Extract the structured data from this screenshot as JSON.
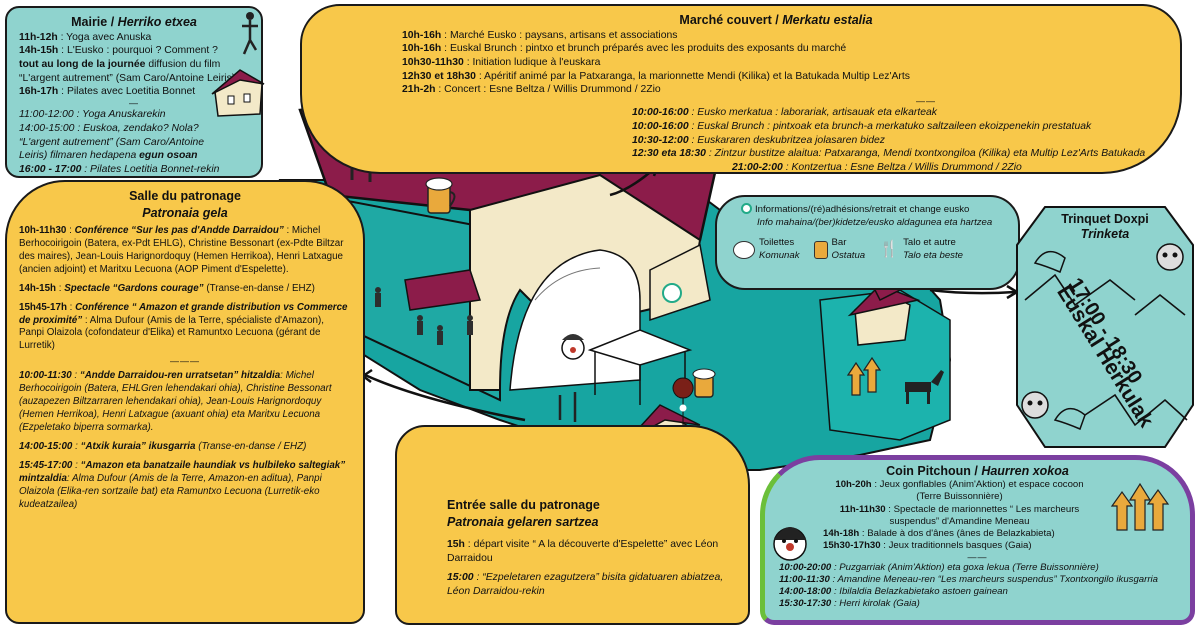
{
  "mairie": {
    "title_fr": "Mairie /",
    "title_eu": "Herriko etxea",
    "lines_fr": [
      {
        "time": "11h-12h",
        "text": " : Yoga avec Anuska"
      },
      {
        "time": "14h-15h",
        "text": " : L'Eusko : pourquoi ? Comment ?"
      },
      {
        "time": "tout au long de la journée",
        "text": " diffusion du film “L'argent autrement” (Sam Caro/Antoine Leiris)"
      },
      {
        "time": "16h-17h",
        "text": " : Pilates avec Loetitia Bonnet"
      }
    ],
    "separator": "—",
    "lines_eu": [
      {
        "time": "11:00-12:00",
        "text": " : Yoga Anuskarekin"
      },
      {
        "time": "14:00-15:00",
        "text": " : Euskoa, zendako? Nola? “L'argent autrement” (Sam Caro/Antoine Leiris) filmaren hedapena "
      },
      {
        "time": "16:00 - 17:00",
        "text": " : Pilates Loetitia Bonnet-rekin"
      }
    ],
    "day_long_eu": "egun osoan"
  },
  "marche": {
    "title_fr": "Marché couvert /",
    "title_eu": "Merkatu estalia",
    "lines_fr": [
      {
        "time": "10h-16h",
        "text": " : Marché Eusko : paysans, artisans et associations"
      },
      {
        "time": "10h-16h",
        "text": " : Euskal Brunch : pintxo et brunch préparés avec les produits des exposants du marché"
      },
      {
        "time": "10h30-11h30",
        "text": " : Initiation ludique à l'euskara"
      },
      {
        "time": "12h30 et 18h30",
        "text": " : Apéritif animé par la Patxaranga, la marionnette Mendi (Kilika) et la Batukada Multip Lez'Arts"
      },
      {
        "time": "21h-2h",
        "text": " : Concert : Esne Beltza / Willis Drummond  /  2Zio"
      }
    ],
    "separator": "——",
    "lines_eu": [
      {
        "time": "10:00-16:00",
        "text": " : Eusko merkatua : laborariak, artisauak eta elkarteak"
      },
      {
        "time": "10:00-16:00",
        "text": " : Euskal Brunch : pintxoak eta brunch-a merkatuko saltzaileen ekoizpenekin prestatuak"
      },
      {
        "time": "10:30-12:00",
        "text": " : Euskararen deskubritzea jolasaren bidez"
      },
      {
        "time": "12:30 eta 18:30",
        "text": " : Zintzur bustitze alaitua: Patxaranga, Mendi txontxongiloa (Kilika) eta Multip Lez'Arts Batukada"
      },
      {
        "time": "21:00-2:00",
        "text": " : Kontzertua : Esne Beltza / Willis Drummond / 2Zio"
      }
    ]
  },
  "salle": {
    "title_fr": "Salle du patronage",
    "title_eu": "Patronaia gela",
    "blocks_fr": [
      {
        "time": "10h-11h30",
        "text": " : ",
        "bold_it": "Conférence “Sur les pas d'Andde Darraidou”",
        "rest": " : Michel Berhocoirigoin (Batera, ex-Pdt EHLG), Christine Bessonart (ex-Pdte Biltzar des maires), Jean-Louis Harignordoquy (Hemen Herrikoa), Henri Latxague (ancien adjoint) et Maritxu Lecuona (AOP Piment d'Espelette)."
      },
      {
        "time": "14h-15h",
        "text": " : ",
        "bold_it": "Spectacle “Gardons courage”",
        "rest": " (Transe-en-danse / EHZ)"
      },
      {
        "time": "15h45-17h",
        "text": " : ",
        "bold_it": "Conférence “ Amazon et grande distribution vs Commerce de proximité”",
        "rest": " : Alma Dufour (Amis de la Terre, spécialiste d'Amazon), Panpi Olaizola (cofondateur d'Elika) et Ramuntxo Lecuona (gérant de Lurretik)"
      }
    ],
    "separator": "———",
    "blocks_eu": [
      {
        "time": "10:00-11:30",
        "text": " : ",
        "bold_it": "“Andde Darraidou-ren urratsetan” hitzaldia",
        "rest": ": Michel Berhocoirigoin (Batera, EHLGren lehendakari ohia), Christine Bessonart (auzapezen Biltzarraren lehendakari ohia), Jean-Louis Harignordoquy (Hemen Herrikoa), Henri Latxague (axuant ohia) eta Maritxu Lecuona (Ezpeletako biperra sormarka)."
      },
      {
        "time": "14:00-15:00",
        "text": " : ",
        "bold_it": "“Atxik kuraia” ikusgarria",
        "rest": " (Transe-en-danse / EHZ)"
      },
      {
        "time": "15:45-17:00",
        "text": " : ",
        "bold_it": "“Amazon eta banatzaile haundiak vs hulbileko saltegiak” mintzaldia",
        "rest": ": Alma Dufour (Amis de la Terre, Amazon-en aditua), Panpi Olaizola (Elika-ren sortzaile bat) eta Ramuntxo Lecuona (Lurretik-eko kudeatzailea)"
      }
    ]
  },
  "entree": {
    "title_fr": "Entrée salle du patronage",
    "title_eu": "Patronaia gelaren sartzea",
    "lines": [
      {
        "time": "15h",
        "text": " : départ visite “ A la découverte d'Espelette” avec Léon Darraidou"
      },
      {
        "time": "15:00",
        "text": " : “Ezpeletaren ezagutzera” bisita gidatuaren abiatzea, Léon Darraidou-rekin"
      }
    ]
  },
  "info": {
    "line1": "Informations/(ré)adhésions/retrait et change eusko",
    "line2": "Info mahaina/(ber)kidetze/eusko aldagunea eta hartzea",
    "legend": [
      {
        "fr": "Toilettes",
        "eu": "Komunak",
        "icon": "toilet-paper-icon"
      },
      {
        "fr": "Bar",
        "eu": "Ostatua",
        "icon": "beer-mug-icon"
      },
      {
        "fr": "Talo et autre",
        "eu": "Talo eta beste",
        "icon": "fork-knife-icon"
      }
    ]
  },
  "trinquet": {
    "title": "Trinquet Doxpi",
    "subtitle": "Trinketa",
    "time": "17:00 - 18:30",
    "name": "Euskal Herkulak"
  },
  "pitchoun": {
    "title_fr": "Coin Pitchoun /",
    "title_eu": "Haurren xokoa",
    "lines_fr": [
      {
        "time": "10h-20h",
        "text": " : Jeux gonflables (Anim'Aktion) et espace cocoon (Terre Buissonnière)"
      },
      {
        "time": "11h-11h30",
        "text": " : Spectacle de marionnettes “ Les marcheurs suspendus” d'Amandine Meneau"
      },
      {
        "time": "14h-18h",
        "text": " : Balade à dos d'ânes (ânes de Belazkabieta)"
      },
      {
        "time": "15h30-17h30",
        "text": " : Jeux traditionnels basques (Gaia)"
      }
    ],
    "separator": "——",
    "lines_eu": [
      {
        "time": "10:00-20:00",
        "text": " : Puzgarriak (Anim'Aktion) eta goxa lekua (Terre Buissonnière)"
      },
      {
        "time": "11:00-11:30",
        "text": " : Amandine Meneau-ren “Les marcheurs suspendus” Txontxongilo ikusgarria"
      },
      {
        "time": "14:00-18:00",
        "text": " : Ibilaldia Belazkabietako astoen gainean"
      },
      {
        "time": "15:30-17:30",
        "text": " : Herri kirolak (Gaia)"
      }
    ]
  },
  "colors": {
    "yellow": "#f8c84a",
    "teal": "#8fd3ce",
    "map_teal": "#17a5a1",
    "roof": "#8c1c4a",
    "canvas": "#f3e9c8",
    "pin": "#7a2018"
  }
}
